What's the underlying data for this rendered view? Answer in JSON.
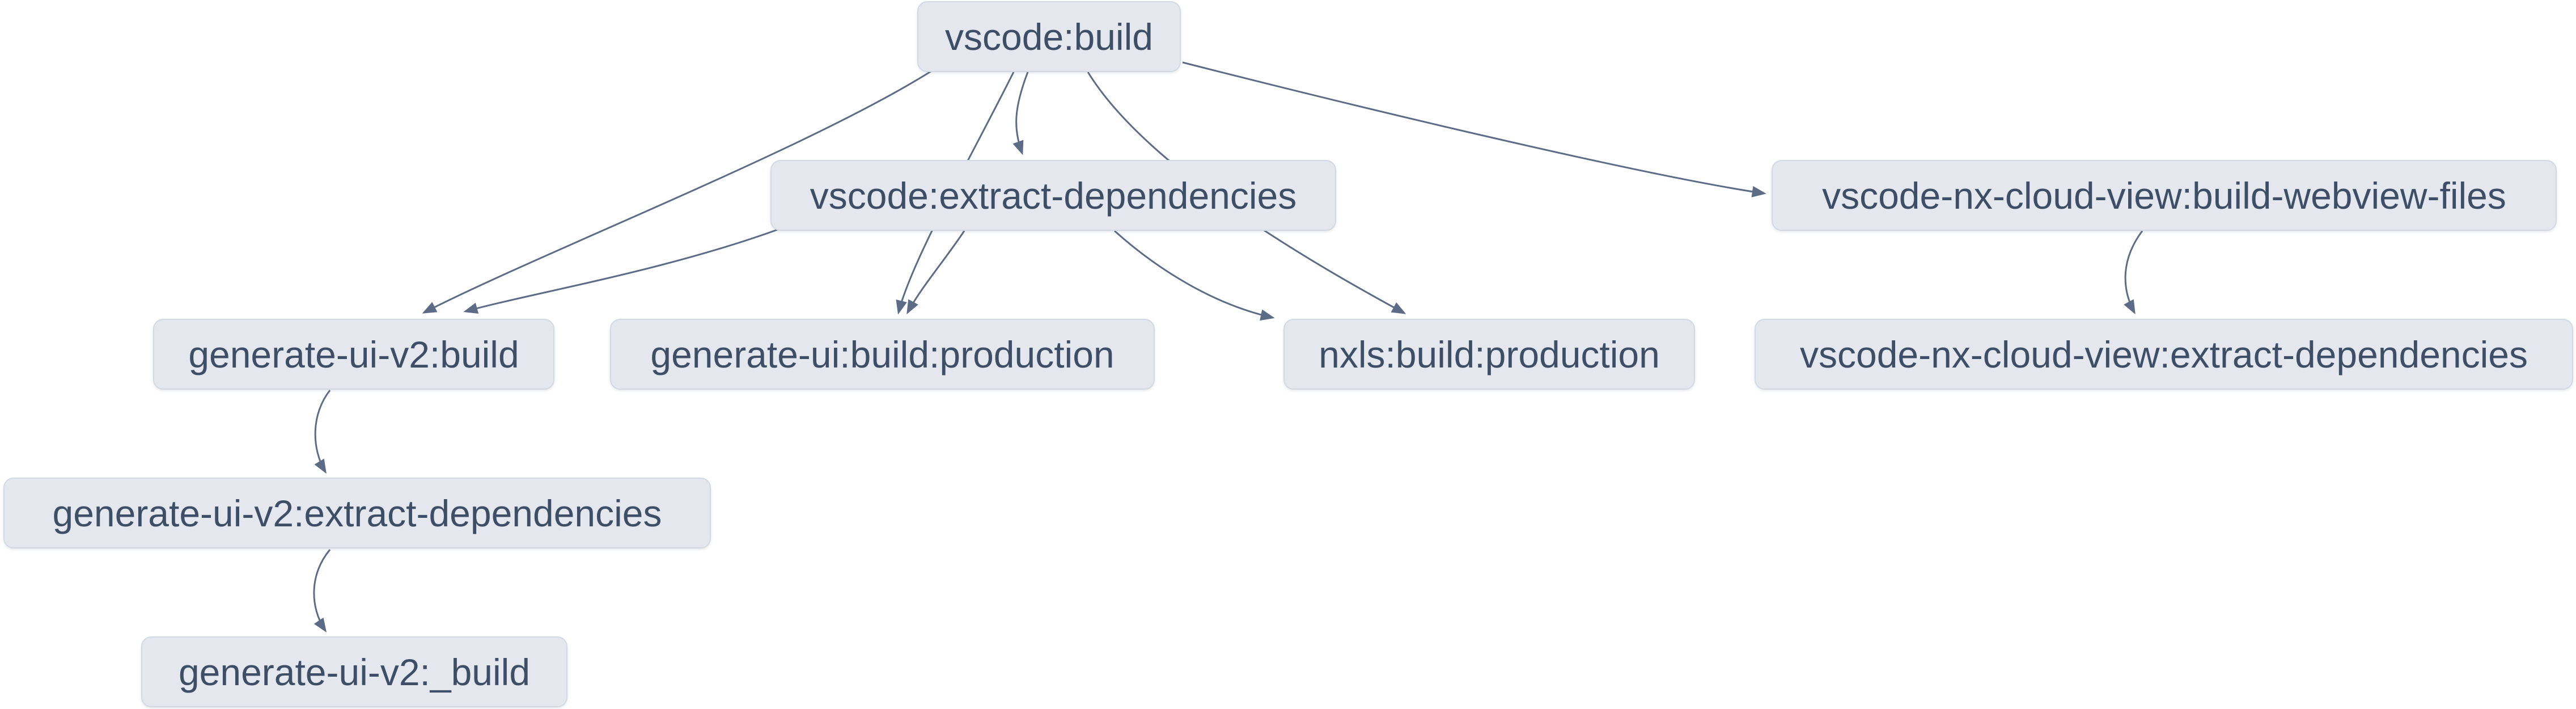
{
  "graph": {
    "type": "task-dependency-graph",
    "background": "#ffffff",
    "colors": {
      "node_fill": "#e4e8ee",
      "node_border": "#d3d9e3",
      "node_text": "#3e4e66",
      "edge": "#5d6c86"
    },
    "nodes": [
      {
        "id": "vscode:build",
        "label": "vscode:build"
      },
      {
        "id": "vscode:extract-dependencies",
        "label": "vscode:extract-dependencies"
      },
      {
        "id": "vscode-nx-cloud-view:build-webview-files",
        "label": "vscode-nx-cloud-view:build-webview-files"
      },
      {
        "id": "generate-ui-v2:build",
        "label": "generate-ui-v2:build"
      },
      {
        "id": "generate-ui:build:production",
        "label": "generate-ui:build:production"
      },
      {
        "id": "nxls:build:production",
        "label": "nxls:build:production"
      },
      {
        "id": "vscode-nx-cloud-view:extract-dependencies",
        "label": "vscode-nx-cloud-view:extract-dependencies"
      },
      {
        "id": "generate-ui-v2:extract-dependencies",
        "label": "generate-ui-v2:extract-dependencies"
      },
      {
        "id": "generate-ui-v2:_build",
        "label": "generate-ui-v2:_build"
      }
    ],
    "edges": [
      {
        "from": "vscode:build",
        "to": "generate-ui-v2:build"
      },
      {
        "from": "vscode:build",
        "to": "vscode:extract-dependencies"
      },
      {
        "from": "vscode:build",
        "to": "generate-ui:build:production"
      },
      {
        "from": "vscode:build",
        "to": "nxls:build:production"
      },
      {
        "from": "vscode:build",
        "to": "vscode-nx-cloud-view:build-webview-files"
      },
      {
        "from": "vscode:extract-dependencies",
        "to": "generate-ui-v2:build"
      },
      {
        "from": "vscode:extract-dependencies",
        "to": "generate-ui:build:production"
      },
      {
        "from": "vscode:extract-dependencies",
        "to": "nxls:build:production"
      },
      {
        "from": "vscode-nx-cloud-view:build-webview-files",
        "to": "vscode-nx-cloud-view:extract-dependencies"
      },
      {
        "from": "generate-ui-v2:build",
        "to": "generate-ui-v2:extract-dependencies"
      },
      {
        "from": "generate-ui-v2:extract-dependencies",
        "to": "generate-ui-v2:_build"
      }
    ]
  }
}
